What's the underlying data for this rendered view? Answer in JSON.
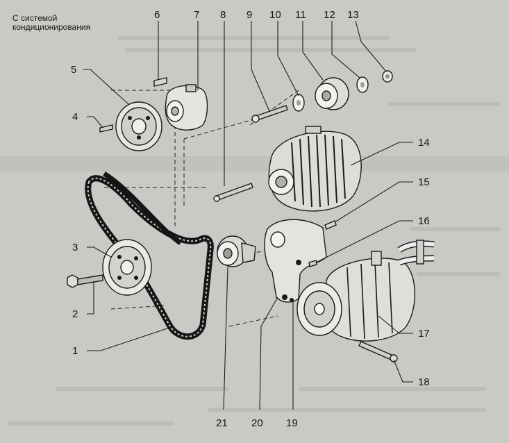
{
  "caption": {
    "line1": "С системой",
    "line2": "кондиционирования"
  },
  "callouts": [
    "1",
    "2",
    "3",
    "4",
    "5",
    "6",
    "7",
    "8",
    "9",
    "10",
    "11",
    "12",
    "13",
    "14",
    "15",
    "16",
    "17",
    "18",
    "19",
    "20",
    "21"
  ],
  "colors": {
    "paper": "#c9c9c6",
    "ink": "#1a1a1a",
    "metal": "#efefec",
    "shade": "#8f8f8c"
  }
}
